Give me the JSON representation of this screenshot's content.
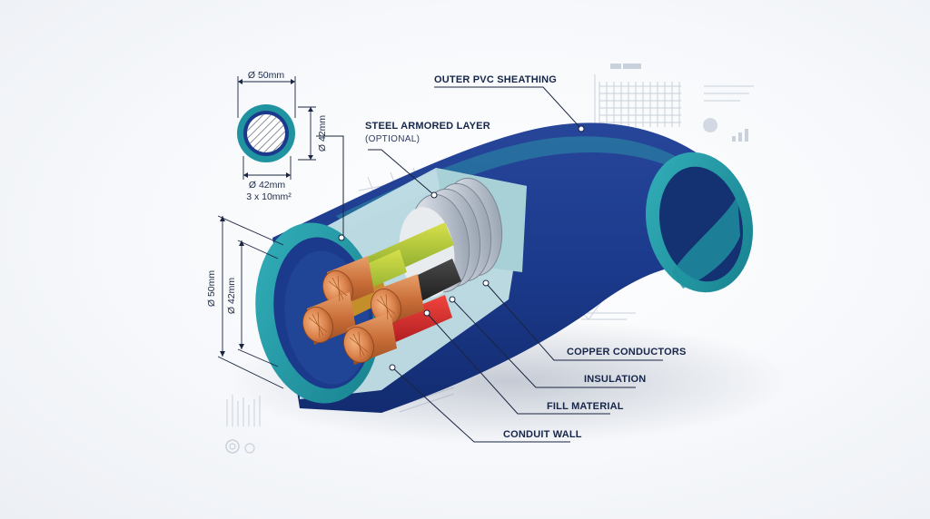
{
  "labels": {
    "outer_pvc_sheathing": "OUTER PVC SHEATHING",
    "steel_armored_layer": "STEEL ARMORED LAYER",
    "steel_armored_optional": "(OPTIONAL)",
    "copper_conductors": "COPPER CONDUCTORS",
    "insulation": "INSULATION",
    "fill_material": "FILL MATERIAL",
    "conduit_wall": "CONDUIT WALL"
  },
  "dimensions": {
    "inset_top_diameter": "Ø 50mm",
    "inset_side_diameter": "Ø 42mm",
    "inset_bottom_diameter": "Ø 42mm",
    "conductor_spec": "3 x 10mm²",
    "main_outer_diameter": "Ø 50mm",
    "main_inner_diameter": "Ø 42mm"
  },
  "colors": {
    "conduit_dark_blue": "#1b3a8c",
    "conduit_teal": "#1f93a0",
    "copper": "#d9804a",
    "insulation_yellow_green": "#b8c93a",
    "insulation_black": "#1e1e1e",
    "insulation_red": "#d8262a",
    "armor_steel": "#d6dce3",
    "label_navy": "#16264a"
  }
}
